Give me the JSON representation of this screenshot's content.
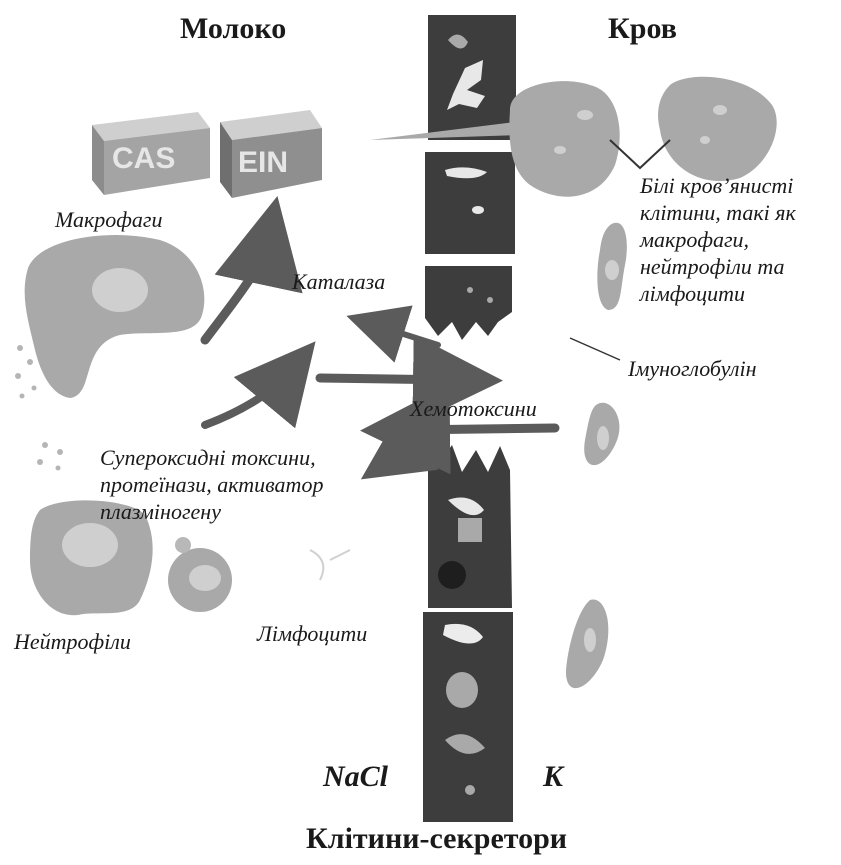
{
  "titles": {
    "milk": "Молоко",
    "blood": "Кров",
    "secretory_cells": "Клітини-секретори"
  },
  "labels": {
    "macrophages": "Макрофаги",
    "catalase": "Каталаза",
    "white_blood_cells": "Білі кров’янисті клітини, такі як макрофаги, нейтрофіли та лімфоцити",
    "immunoglobulin": "Імуноглобулін",
    "chemotoxins": "Хемотоксини",
    "superoxide_toxins": "Супероксидні токсини, протеїнази, активатор плазміногену",
    "neutrophils": "Нейтрофіли",
    "lymphocytes": "Лімфоцити",
    "nacl": "NaCl",
    "potassium": "K"
  },
  "casein_block": {
    "left_text": "CAS",
    "right_text": "EIN"
  },
  "colors": {
    "cell": "#a9a9a9",
    "cell_dark": "#3d3d3d",
    "nucleus": "#cfcfcf",
    "arrow": "#5b5b5b",
    "text": "#1a1a1a"
  }
}
